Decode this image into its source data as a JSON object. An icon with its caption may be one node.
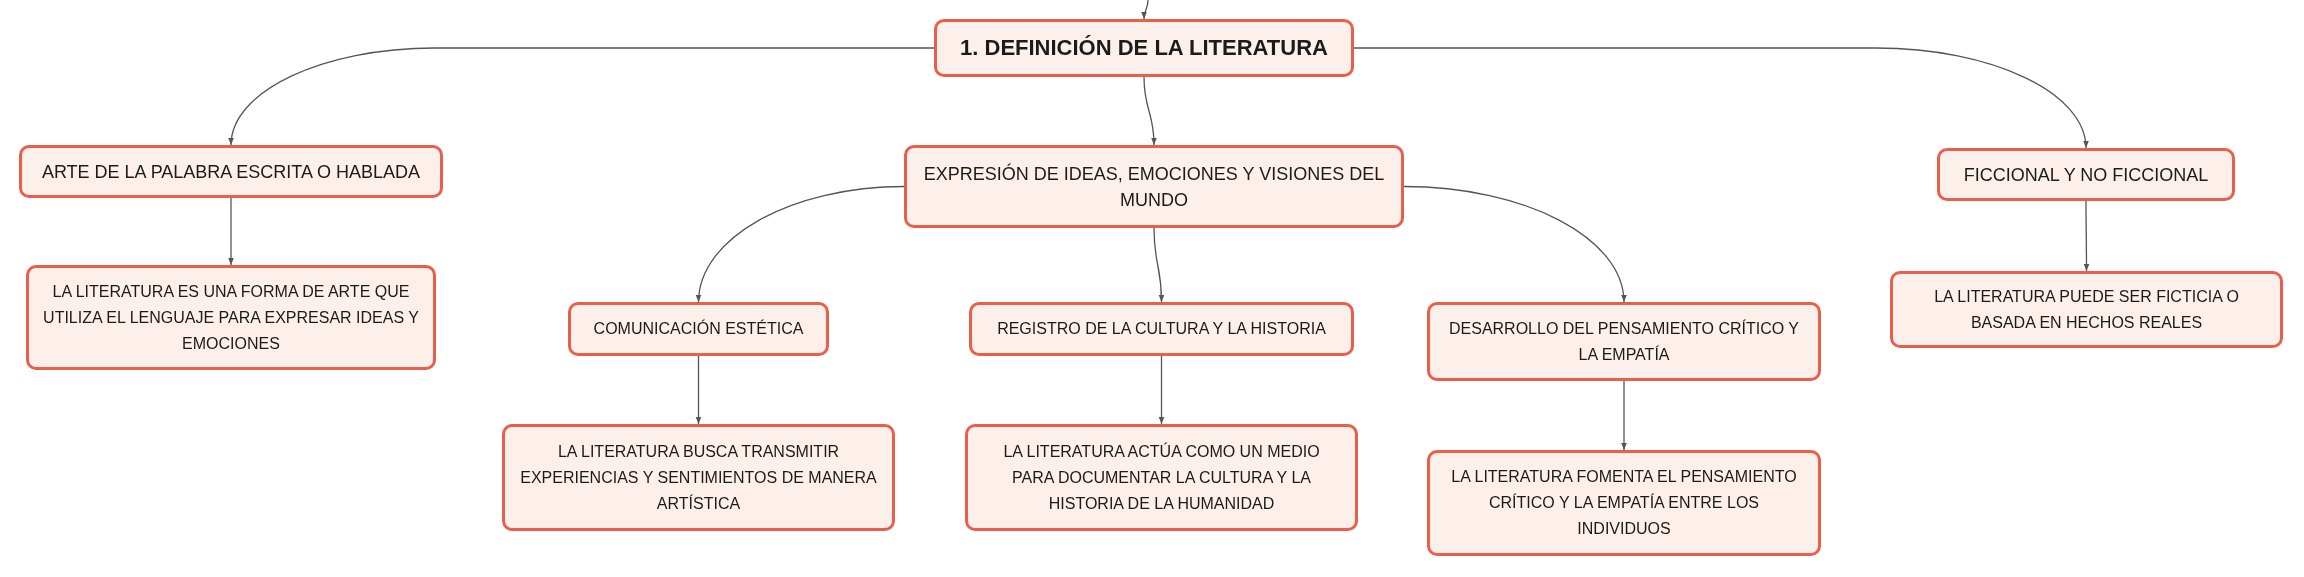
{
  "diagram": {
    "nodes": [
      {
        "text": [
          "1. DEFINICIÓN DE LA LITERATURA"
        ]
      },
      {
        "text": [
          "ARTE DE LA PALABRA ESCRITA O HABLADA"
        ]
      },
      {
        "text": [
          "LA LITERATURA ES UNA FORMA DE ARTE QUE UTILIZA EL LENGUAJE PARA EXPRESAR IDEAS Y EMOCIONES"
        ]
      },
      {
        "text": [
          "EXPRESIÓN DE IDEAS, EMOCIONES Y VISIONES DEL MUNDO"
        ]
      },
      {
        "text": [
          "COMUNICACIÓN ESTÉTICA"
        ]
      },
      {
        "text": [
          "LA LITERATURA BUSCA TRANSMITIR EXPERIENCIAS Y SENTIMIENTOS DE MANERA ARTÍSTICA"
        ]
      },
      {
        "text": [
          "REGISTRO DE LA CULTURA Y LA HISTORIA"
        ]
      },
      {
        "text": [
          "LA LITERATURA ACTÚA COMO UN MEDIO PARA DOCUMENTAR LA CULTURA Y LA HISTORIA DE LA HUMANIDAD"
        ]
      },
      {
        "text": [
          "DESARROLLO DEL PENSAMIENTO CRÍTICO Y LA EMPATÍA"
        ]
      },
      {
        "text": [
          "LA LITERATURA FOMENTA EL PENSAMIENTO CRÍTICO Y LA EMPATÍA ENTRE LOS INDIVIDUOS"
        ]
      },
      {
        "text": [
          "FICCIONAL Y NO FICCIONAL"
        ]
      },
      {
        "text": [
          "LA LITERATURA PUEDE SER FICTICIA O BASADA EN HECHOS REALES"
        ]
      }
    ],
    "edges": [
      {
        "from": null,
        "to": 0,
        "arrow": "to"
      },
      {
        "from": 0,
        "to": 1,
        "arrow": "to"
      },
      {
        "from": 1,
        "to": 2,
        "arrow": "to"
      },
      {
        "from": 0,
        "to": 3,
        "arrow": "to"
      },
      {
        "from": 3,
        "to": 4,
        "arrow": "to"
      },
      {
        "from": 4,
        "to": 5,
        "arrow": "to"
      },
      {
        "from": 3,
        "to": 6,
        "arrow": "to"
      },
      {
        "from": 6,
        "to": 7,
        "arrow": "to"
      },
      {
        "from": 3,
        "to": 8,
        "arrow": "to"
      },
      {
        "from": 8,
        "to": 9,
        "arrow": "to"
      },
      {
        "from": 0,
        "to": 10,
        "arrow": "to"
      },
      {
        "from": 10,
        "to": 11,
        "arrow": "to"
      }
    ]
  }
}
